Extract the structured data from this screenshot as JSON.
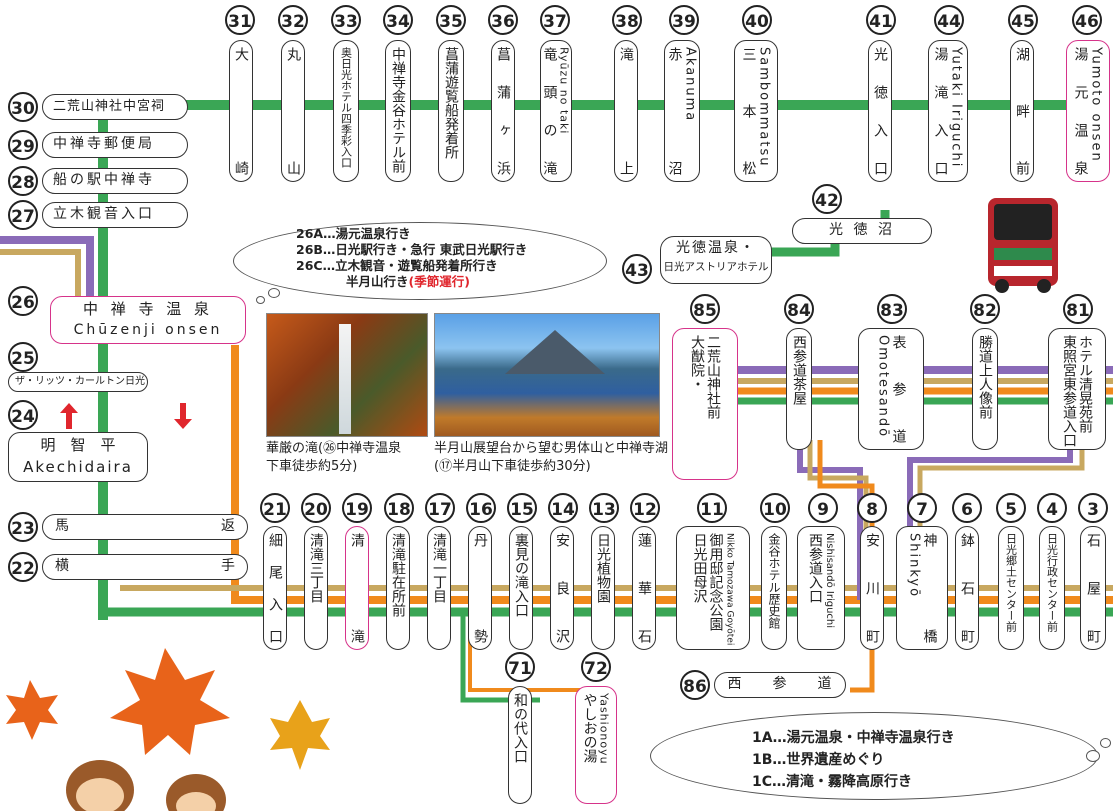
{
  "stops": {
    "s31": {
      "num": "31",
      "name": "大崎"
    },
    "s32": {
      "num": "32",
      "name": "丸山"
    },
    "s33": {
      "num": "33",
      "name": "奥日光ホテル四季彩入口"
    },
    "s34": {
      "num": "34",
      "name": "中禅寺金谷ホテル前"
    },
    "s35": {
      "num": "35",
      "name": "菖蒲遊覧船発着所"
    },
    "s36": {
      "num": "36",
      "name": "菖蒲ヶ浜"
    },
    "s37": {
      "num": "37",
      "name": "竜頭の滝",
      "roman": "Ryūzu no taki"
    },
    "s38": {
      "num": "38",
      "name": "滝上"
    },
    "s39": {
      "num": "39",
      "name": "赤沼",
      "roman": "Akanuma"
    },
    "s40": {
      "num": "40",
      "name": "三本松",
      "roman": "Sambommatsu"
    },
    "s41": {
      "num": "41",
      "name": "光徳入口"
    },
    "s44": {
      "num": "44",
      "name": "湯滝入口",
      "roman": "Yutaki Iriguchi"
    },
    "s45": {
      "num": "45",
      "name": "湖畔前"
    },
    "s46": {
      "num": "46",
      "name": "湯元温泉",
      "roman": "Yumoto onsen"
    },
    "s42": {
      "num": "42",
      "name": "光 徳 沼"
    },
    "s43": {
      "num": "43",
      "name": "光徳温泉・",
      "name2": "日光アストリアホテル"
    },
    "s30": {
      "num": "30",
      "name": "二荒山神社中宮祠"
    },
    "s29": {
      "num": "29",
      "name": "中禅寺郵便局"
    },
    "s28": {
      "num": "28",
      "name": "船の駅中禅寺"
    },
    "s27": {
      "num": "27",
      "name": "立木観音入口"
    },
    "s26": {
      "num": "26",
      "name": "中 禅 寺 温 泉",
      "roman": "Chūzenji onsen"
    },
    "s25": {
      "num": "25",
      "name": "ザ・リッツ・カールトン日光"
    },
    "s24": {
      "num": "24",
      "name": "明　智　平",
      "roman": "Akechidaira"
    },
    "s23": {
      "num": "23",
      "name": "馬",
      "name2": "返"
    },
    "s22": {
      "num": "22",
      "name": "横",
      "name2": "手"
    },
    "s85": {
      "num": "85",
      "name": "大猷院・",
      "name2": "二荒山神社前"
    },
    "s84": {
      "num": "84",
      "name": "西参道茶屋"
    },
    "s83": {
      "num": "83",
      "name": "表参道",
      "roman": "Omotesandō"
    },
    "s82": {
      "num": "82",
      "name": "勝道上人像前"
    },
    "s81": {
      "num": "81",
      "name": "東照宮東参道入口",
      "name2": "ホテル清晃苑前"
    },
    "s21": {
      "num": "21",
      "name": "細尾入口"
    },
    "s20": {
      "num": "20",
      "name": "清滝三丁目"
    },
    "s19": {
      "num": "19",
      "name": "清滝"
    },
    "s18": {
      "num": "18",
      "name": "清滝駐在所前"
    },
    "s17": {
      "num": "17",
      "name": "清滝一丁目"
    },
    "s16": {
      "num": "16",
      "name": "丹勢"
    },
    "s15": {
      "num": "15",
      "name": "裏見の滝入口"
    },
    "s14": {
      "num": "14",
      "name": "安良沢"
    },
    "s13": {
      "num": "13",
      "name": "日光植物園"
    },
    "s12": {
      "num": "12",
      "name": "蓮華石"
    },
    "s11": {
      "num": "11",
      "name": "日光田母沢",
      "name2": "御用邸記念公園",
      "roman": "Nikko Tamozawa Goyōtei Kinenkōen"
    },
    "s10": {
      "num": "10",
      "name": "金谷ホテル歴史館"
    },
    "s9": {
      "num": "9",
      "name": "西参道入口",
      "roman": "Nishisandō Iriguchi"
    },
    "s8": {
      "num": "8",
      "name": "安川町"
    },
    "s7": {
      "num": "7",
      "name": "神橋",
      "roman": "Shinkyō"
    },
    "s6": {
      "num": "6",
      "name": "鉢石町"
    },
    "s5": {
      "num": "5",
      "name": "日光郷土センター前"
    },
    "s4": {
      "num": "4",
      "name": "日光行政センター前"
    },
    "s3": {
      "num": "3",
      "name": "石屋町"
    },
    "s86": {
      "num": "86",
      "name": "西　　参　　道"
    },
    "s71": {
      "num": "71",
      "name": "和の代入口"
    },
    "s72": {
      "num": "72",
      "name": "やしおの湯",
      "roman": "Yashionoyu"
    }
  },
  "bubble26": {
    "line1": "26A…湯元温泉行き",
    "line2": "26B…日光駅行き・急行 東武日光駅行き",
    "line3": "26C…立木観音・遊覧船発着所行き",
    "line4a": "半月山行き",
    "line4b": "(季節運行)"
  },
  "bubble1": {
    "line1": "1A…湯元温泉・中禅寺温泉行き",
    "line2": "1B…世界遺産めぐり",
    "line3": "1C…清滝・霧降高原行き"
  },
  "photos": {
    "p1_cap1": "華厳の滝(㉖中禅寺温泉",
    "p1_cap2": "下車徒歩約5分)",
    "p2_cap1": "半月山展望台から望む男体山と中禅寺湖",
    "p2_cap2": "(⑰半月山下車徒歩約30分)"
  },
  "colors": {
    "green": "#3aa655",
    "orange": "#f08a1c",
    "purple": "#8a6bb8",
    "tan": "#c8a860",
    "pink": "#d6338a"
  }
}
